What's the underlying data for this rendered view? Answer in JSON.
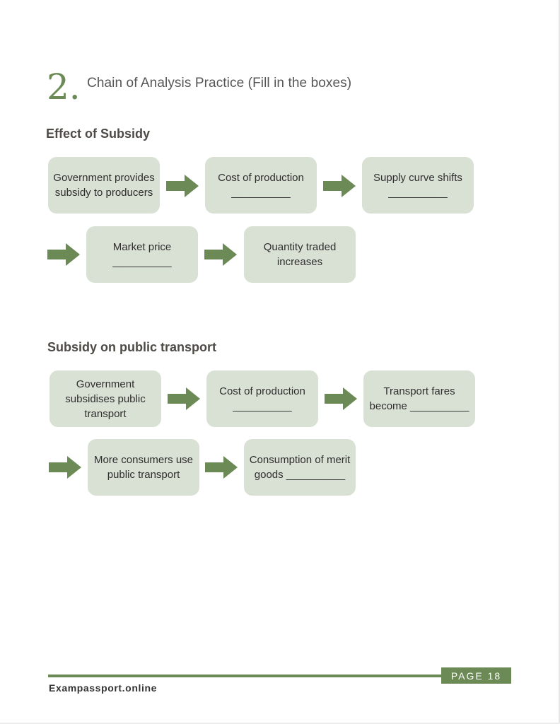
{
  "section": {
    "number": "2.",
    "title": "Chain of Analysis Practice (Fill in the boxes)"
  },
  "chain_1": {
    "heading": "Effect of Subsidy",
    "boxes": [
      "Government provides subsidy to producers",
      "Cost of production __________",
      "Supply curve shifts __________",
      "Market price __________",
      "Quantity traded increases"
    ]
  },
  "chain_2": {
    "heading": "Subsidy on public transport",
    "boxes": [
      "Government subsidises public transport",
      "Cost of production __________",
      "Transport fares become __________",
      "More consumers use public transport",
      "Consumption of merit goods __________"
    ]
  },
  "footer": {
    "site": "Exampassport.online",
    "page_label": "PAGE 18"
  },
  "colors": {
    "accent": "#6b8a55",
    "box_fill": "#d9e0d4"
  },
  "icons": [
    "arrow-right-icon"
  ]
}
